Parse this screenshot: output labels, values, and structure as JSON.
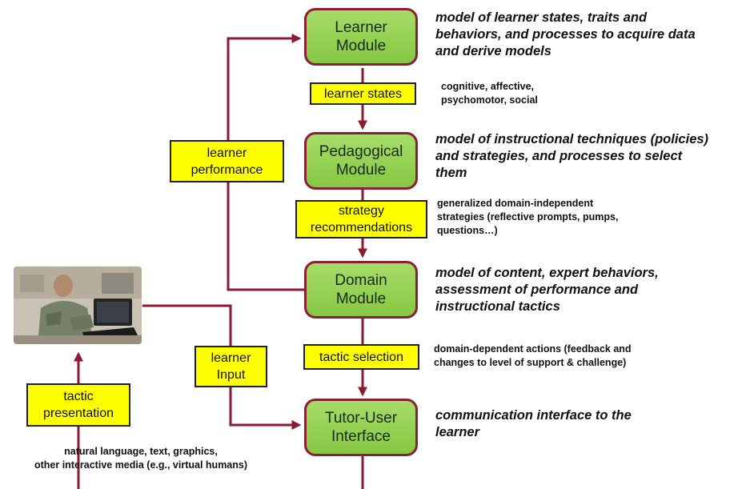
{
  "modules": {
    "learner": "Learner\nModule",
    "pedagogical": "Pedagogical\nModule",
    "domain": "Domain\nModule",
    "tutor_user": "Tutor-User\nInterface"
  },
  "descriptions": {
    "learner": "model of learner states, traits and\nbehaviors, and processes to acquire data\nand derive models",
    "pedagogical": "model of instructional techniques (policies)\nand strategies, and processes to select\nthem",
    "domain": "model of content, expert behaviors,\nassessment of performance and\ninstructional tactics",
    "tutor_user": "communication interface to the\nlearner"
  },
  "labels": {
    "learner_states": "learner states",
    "strategy_recommendations": "strategy\nrecommendations",
    "tactic_selection": "tactic selection",
    "learner_performance": "learner\nperformance",
    "learner_input": "learner\nInput",
    "tactic_presentation": "tactic\npresentation"
  },
  "notes": {
    "learner_states": "cognitive, affective,\npsychomotor, social",
    "strategy_recommendations": "generalized domain-independent\nstrategies (reflective prompts, pumps,\nquestions…)",
    "tactic_selection": "domain-dependent actions (feedback and\nchanges to level of support & challenge)",
    "tactic_presentation": "natural language, text, graphics,\nother interactive media (e.g., virtual humans)"
  },
  "colors": {
    "arrow": "#8b1a32",
    "module_fill": "#92cf4f",
    "label_fill": "#ffff00"
  }
}
